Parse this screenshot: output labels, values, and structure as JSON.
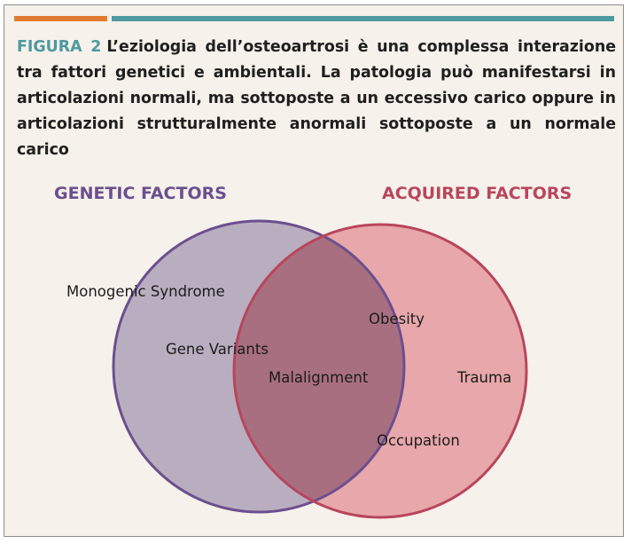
{
  "figure": {
    "label": "FIGURA 2",
    "caption": "L’eziologia dell’osteoartrosi è una complessa interazione tra fattori genetici e ambientali. La patologia può manifestarsi in articolazioni normali, ma sottoposte a un eccessivo carico oppure in articolazioni strutturalmente anormali sottoposte a un normale carico"
  },
  "venn": {
    "left_set": {
      "title": "GENETIC FACTORS",
      "color": "#6b4f8f",
      "fill": "#b9aebf"
    },
    "right_set": {
      "title": "ACQUIRED FACTORS",
      "color": "#b8465c",
      "fill": "#e8a7aa"
    },
    "overlap_fill": "#a86f81",
    "items": {
      "monogenic": "Monogenic Syndrome",
      "gene_variants": "Gene Variants",
      "obesity": "Obesity",
      "malalignment": "Malalignment",
      "trauma": "Trauma",
      "occupation": "Occupation"
    }
  },
  "colors": {
    "accent_orange": "#e07b2e",
    "accent_teal": "#4e9aa0",
    "panel_bg": "#f6f1ea"
  }
}
